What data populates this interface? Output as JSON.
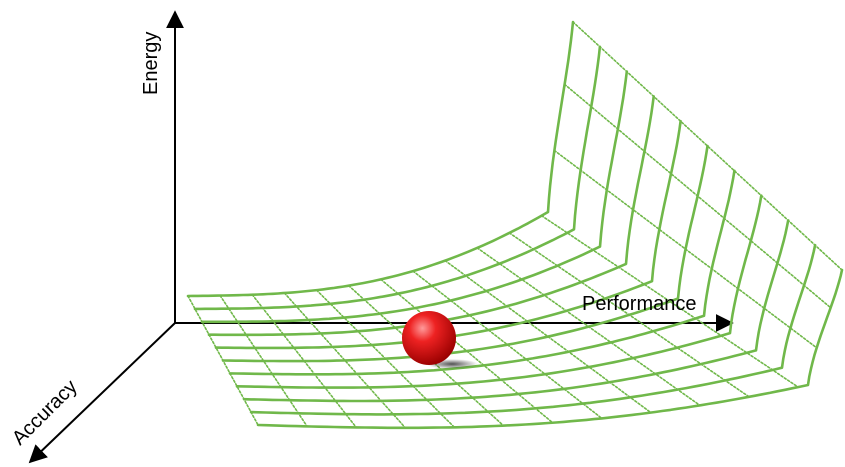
{
  "axes": {
    "energy": "Energy",
    "performance": "Performance",
    "accuracy": "Accuracy"
  },
  "colors": {
    "surface": "#70b84a",
    "ball": "#e01010",
    "axis": "#000000"
  },
  "icons": {
    "ball": "red-ball-icon"
  }
}
